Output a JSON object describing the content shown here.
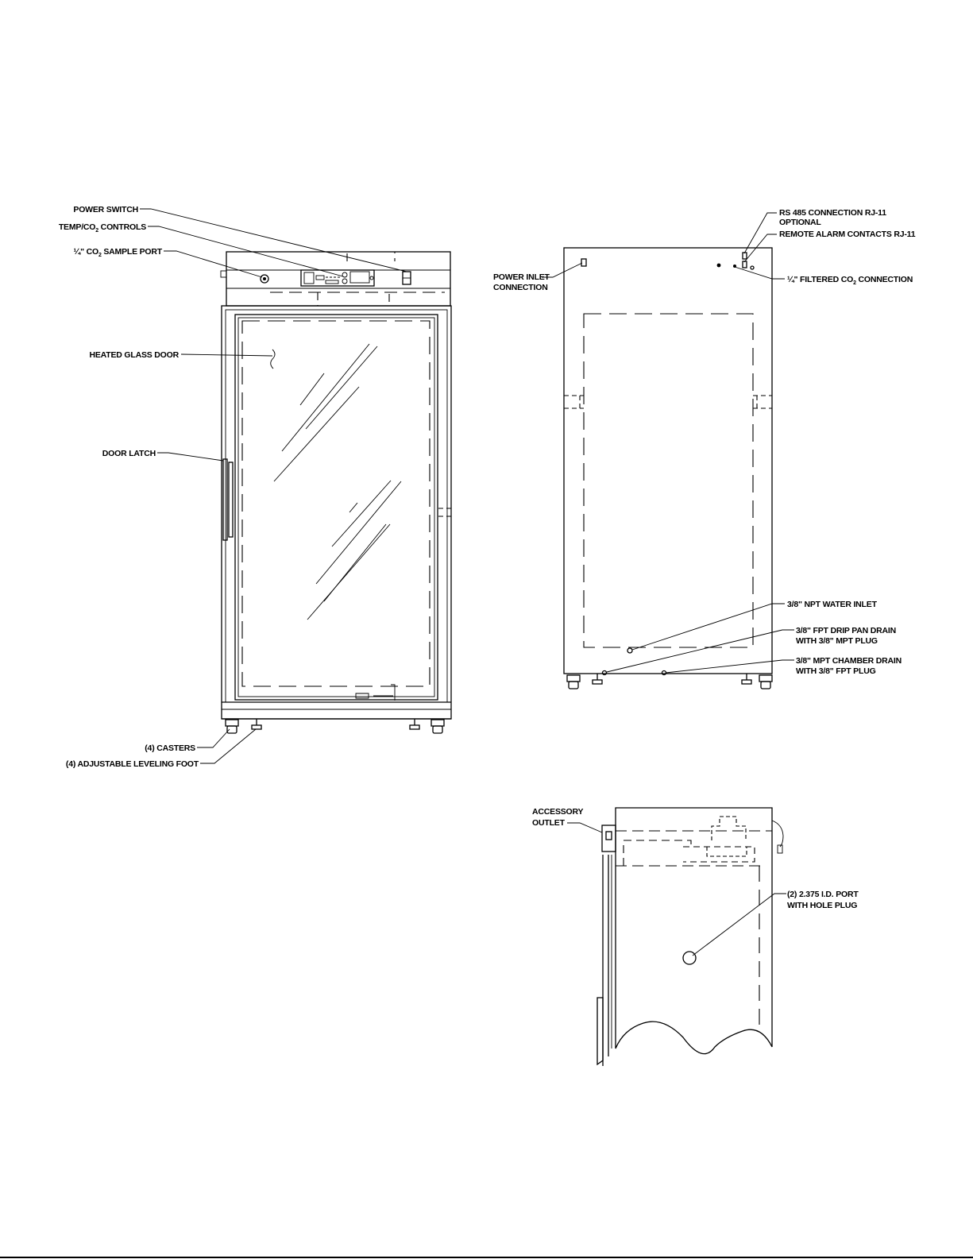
{
  "front_view": {
    "power_switch": "POWER SWITCH",
    "temp_co2_controls": [
      "TEMP/CO",
      "2",
      " CONTROLS"
    ],
    "sample_port": [
      "¼\" CO",
      "2",
      " SAMPLE PORT"
    ],
    "heated_glass_door": "HEATED GLASS DOOR",
    "door_latch": "DOOR LATCH",
    "casters": "(4) CASTERS",
    "leveling_foot": "(4) ADJUSTABLE LEVELING FOOT"
  },
  "rear_view": {
    "rs485": "RS 485 CONNECTION RJ-11",
    "optional": "OPTIONAL",
    "remote_alarm": "REMOTE ALARM CONTACTS RJ-11",
    "power_inlet_1": "POWER INLET",
    "power_inlet_2": "CONNECTION",
    "filtered_co2": [
      "¼\" FILTERED CO",
      "2",
      " CONNECTION"
    ],
    "water_inlet": "3/8\" NPT WATER INLET",
    "drip_pan_1": "3/8\" FPT DRIP PAN DRAIN",
    "drip_pan_2": "WITH 3/8\" MPT PLUG",
    "chamber_drain_1": "3/8\" MPT CHAMBER DRAIN",
    "chamber_drain_2": "WITH 3/8\" FPT PLUG"
  },
  "side_view": {
    "accessory_1": "ACCESSORY",
    "accessory_2": "OUTLET",
    "port_1": "(2) 2.375 I.D. PORT",
    "port_2": "WITH HOLE PLUG"
  }
}
